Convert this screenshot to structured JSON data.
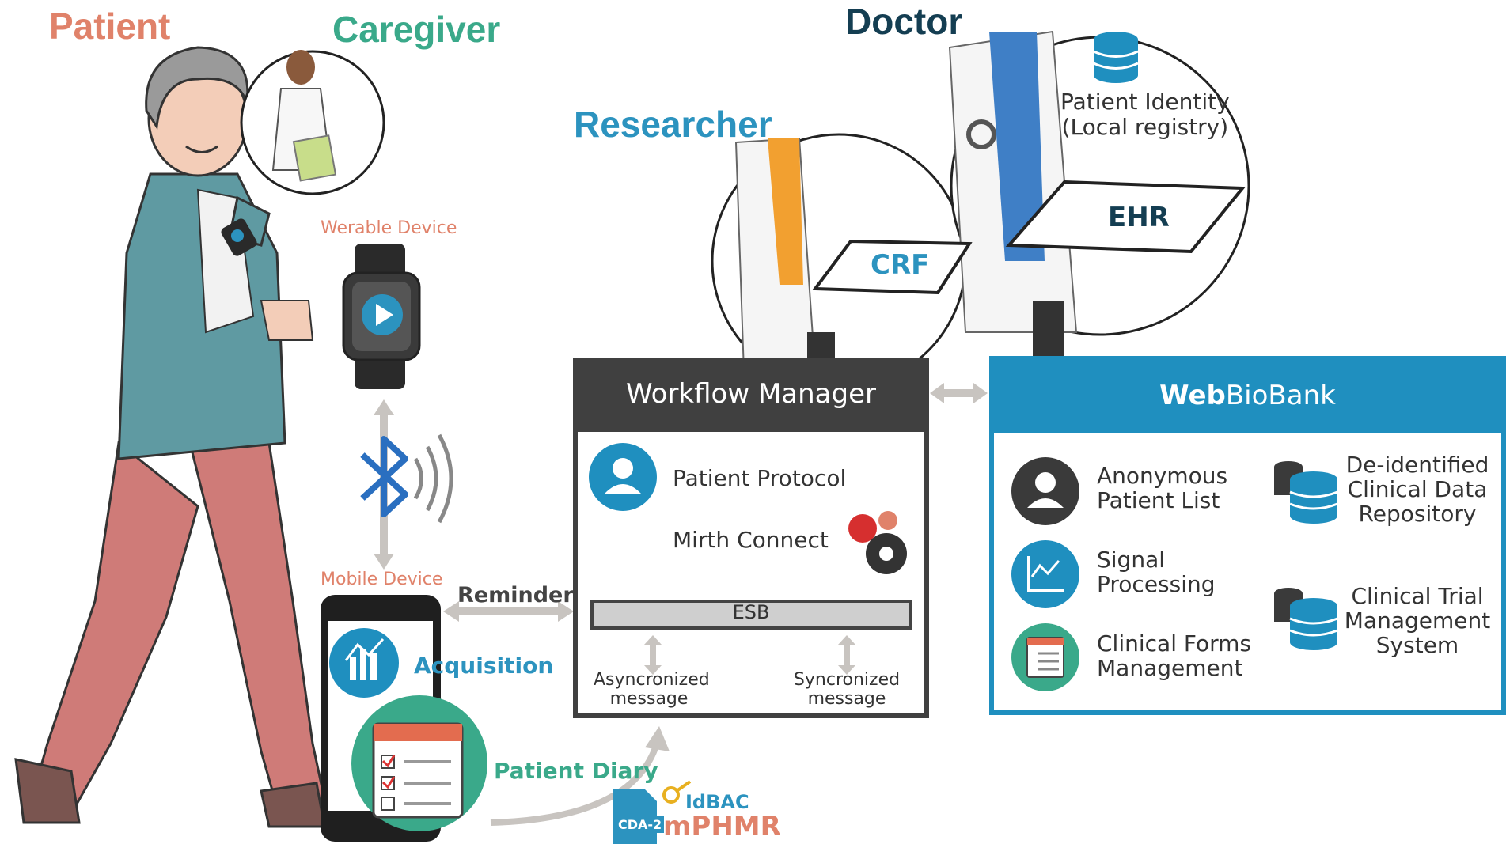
{
  "roles": {
    "patient": "Patient",
    "caregiver": "Caregiver",
    "doctor": "Doctor",
    "researcher": "Researcher"
  },
  "devices": {
    "wearable": "Werable Device",
    "mobile": "Mobile Device",
    "reminder": "Reminder",
    "acquisition": "Acquisition",
    "patient_diary": "Patient Diary"
  },
  "doctor_panel": {
    "identity_line1": "Patient Identity",
    "identity_line2": "(Local registry)",
    "ehr": "EHR",
    "crf": "CRF"
  },
  "workflow_manager": {
    "title": "Workflow Manager",
    "patient_protocol": "Patient Protocol",
    "mirth_connect": "Mirth Connect",
    "esb": "ESB",
    "async_line1": "Asyncronized",
    "async_line2": "message",
    "sync_line1": "Syncronized",
    "sync_line2": "message"
  },
  "webbiobank": {
    "title_bold": "Web",
    "title_rest": "BioBank",
    "items": [
      {
        "line1": "Anonymous",
        "line2": "Patient List",
        "icon": "user-icon"
      },
      {
        "line1": "Signal",
        "line2": "Processing",
        "icon": "signal-chart-icon"
      },
      {
        "line1": "Clinical Forms",
        "line2": "Management",
        "icon": "form-icon"
      }
    ],
    "repos": [
      {
        "line1": "De-identified",
        "line2": "Clinical Data",
        "line3": "Repository",
        "icon": "database-icon"
      },
      {
        "line1": "Clinical Trial",
        "line2": "Management",
        "line3": "System",
        "icon": "database-icon"
      }
    ]
  },
  "document": {
    "cda": "CDA-2",
    "idbac": "IdBAC",
    "mphmr": "mPHMR"
  },
  "colors": {
    "patient": "#e0826a",
    "caregiver": "#3aa98a",
    "doctor": "#143e52",
    "researcher": "#2c93bf",
    "workflow_header": "#404040",
    "webbiobank": "#1f8fbf",
    "arrow": "#c8c4c0"
  }
}
